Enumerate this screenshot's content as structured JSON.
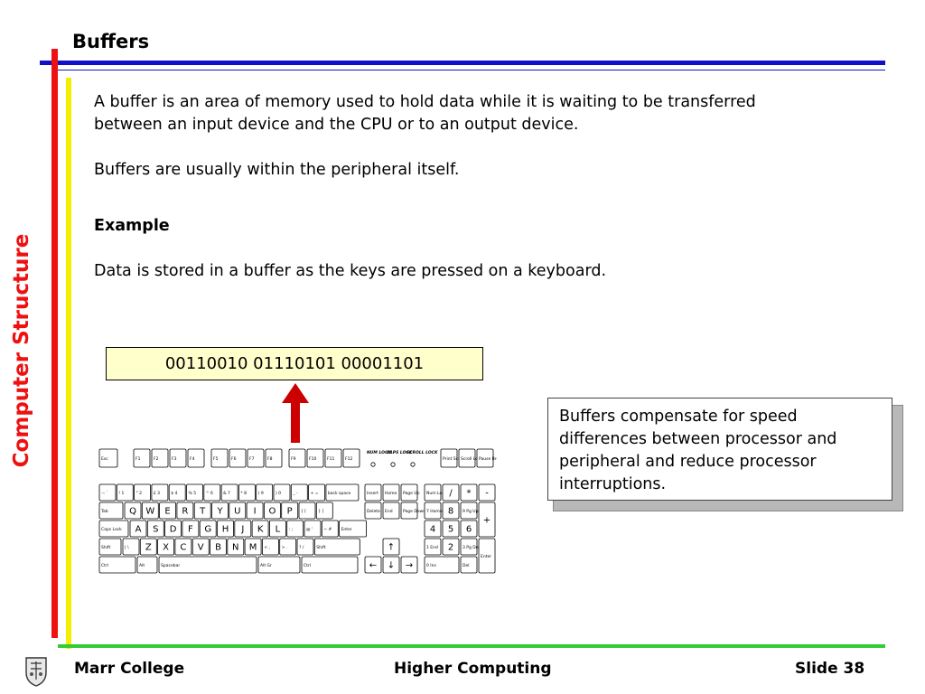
{
  "slide": {
    "title": "Buffers",
    "side_label": "Computer Structure",
    "paragraphs": {
      "definition": "A buffer is an area of memory used to hold data while it is waiting to be transferred between an input device and the CPU or to an output device.",
      "location": "Buffers are usually within the peripheral itself.",
      "example_heading": "Example",
      "example_text": "Data is stored in a buffer as the keys are pressed on a keyboard."
    },
    "buffer_contents": "00110010 01110101 00001101",
    "note": "Buffers compensate for speed differences between processor and peripheral and reduce processor interruptions.",
    "keyboard": {
      "f_keys": [
        "Esc",
        "F1",
        "F2",
        "F3",
        "F4",
        "F5",
        "F6",
        "F7",
        "F8",
        "F9",
        "F10",
        "F11",
        "F12"
      ],
      "lock_labels": [
        "NUM LOCK",
        "CAPS LOCK",
        "SCROLL LOCK"
      ],
      "sys_keys": [
        "Print Screen",
        "Scroll Lock",
        "Pause Break"
      ],
      "row_number": [
        "¬ `",
        "! 1",
        "\" 2",
        "£ 3",
        "$ 4",
        "% 5",
        "^ 6",
        "& 7",
        "* 8",
        "( 9",
        ") 0",
        "_ -",
        "+ =",
        "back space"
      ],
      "row_q": [
        "Tab",
        "Q",
        "W",
        "E",
        "R",
        "T",
        "Y",
        "U",
        "I",
        "O",
        "P",
        "{ [",
        "} ]"
      ],
      "row_a": [
        "Caps Lock",
        "A",
        "S",
        "D",
        "F",
        "G",
        "H",
        "J",
        "K",
        "L",
        ": ;",
        "@ '",
        "~ #",
        "Enter"
      ],
      "row_z": [
        "Shift",
        "| \\",
        "Z",
        "X",
        "C",
        "V",
        "B",
        "N",
        "M",
        "< ,",
        "> .",
        "? /",
        "Shift"
      ],
      "row_space": [
        "Ctrl",
        "Alt",
        "Spacebar",
        "Alt Gr",
        "Ctrl"
      ],
      "nav_keys": [
        "Insert",
        "Home",
        "Page Up",
        "Delete",
        "End",
        "Page Down"
      ],
      "numpad": [
        "Num Lock",
        "/",
        "*",
        "-",
        "7 Home",
        "8",
        "9 Pg Up",
        "+",
        "4",
        "5",
        "6",
        "1 End",
        "2",
        "3 Pg Dn",
        "Enter",
        "0 Ins",
        "Del"
      ]
    },
    "footer": {
      "school": "Marr College",
      "course": "Higher Computing",
      "slide_number": "Slide 38"
    },
    "colors": {
      "title_rule": "#1010c8",
      "left_bar": "#ee1111",
      "inner_bar": "#f2f000",
      "footer_rule": "#33cc33",
      "buffer_fill": "#ffffcc",
      "arrow": "#cc0000"
    }
  }
}
